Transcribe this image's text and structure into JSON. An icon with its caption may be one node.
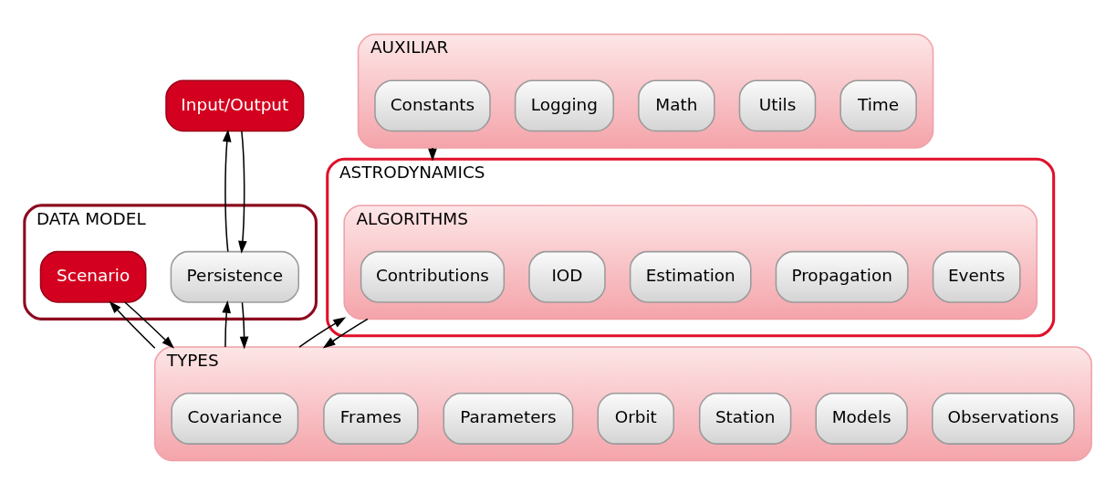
{
  "diagram": {
    "nodes": [
      {
        "text": [
          "Input/Output"
        ]
      },
      {
        "text": [
          "DATA MODEL"
        ]
      },
      {
        "text": [
          "Scenario"
        ],
        "in": 1
      },
      {
        "text": [
          "Persistence"
        ],
        "in": 1
      },
      {
        "text": [
          "ASTRODYNAMICS"
        ]
      },
      {
        "text": [
          "ALGORITHMS"
        ],
        "in": 4
      },
      {
        "text": [
          "Contributions"
        ],
        "in": 5
      },
      {
        "text": [
          "IOD"
        ],
        "in": 5
      },
      {
        "text": [
          "Estimation"
        ],
        "in": 5
      },
      {
        "text": [
          "Propagation"
        ],
        "in": 5
      },
      {
        "text": [
          "Events"
        ],
        "in": 5
      },
      {
        "text": [
          "TYPES"
        ]
      },
      {
        "text": [
          "Covariance"
        ],
        "in": 11
      },
      {
        "text": [
          "Frames"
        ],
        "in": 11
      },
      {
        "text": [
          "Parameters"
        ],
        "in": 11
      },
      {
        "text": [
          "Orbit"
        ],
        "in": 11
      },
      {
        "text": [
          "Station"
        ],
        "in": 11
      },
      {
        "text": [
          "Models"
        ],
        "in": 11
      },
      {
        "text": [
          "Observations"
        ],
        "in": 11
      },
      {
        "text": [
          "AUXILIAR"
        ]
      },
      {
        "text": [
          "Constants"
        ],
        "in": 19
      },
      {
        "text": [
          "Logging"
        ],
        "in": 19
      },
      {
        "text": [
          "Math"
        ],
        "in": 19
      },
      {
        "text": [
          "Utils"
        ],
        "in": 19
      },
      {
        "text": [
          "Time"
        ],
        "in": 19
      }
    ],
    "edges": [
      {
        "from": 3,
        "to": 0,
        "arrow": "to"
      },
      {
        "from": 0,
        "to": 3,
        "arrow": "to"
      },
      {
        "from": 11,
        "to": 2,
        "arrow": "to"
      },
      {
        "from": 2,
        "to": 11,
        "arrow": "to"
      },
      {
        "from": 11,
        "to": 3,
        "arrow": "to"
      },
      {
        "from": 3,
        "to": 11,
        "arrow": "to"
      },
      {
        "from": 5,
        "to": 11,
        "arrow": "to"
      },
      {
        "from": 11,
        "to": 5,
        "arrow": "to"
      },
      {
        "from": 19,
        "to": 4,
        "arrow": "to"
      }
    ]
  }
}
